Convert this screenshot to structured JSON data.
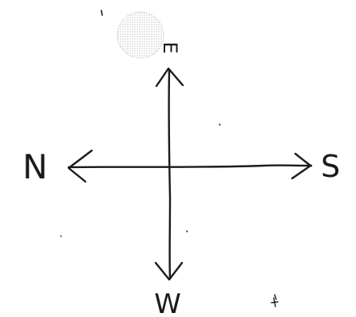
{
  "labels": {
    "top": "E",
    "left": "N",
    "right": "S",
    "bottom": "W"
  },
  "ink_color": "#1a1a1a",
  "background_color": "#ffffff",
  "sun_marker": {
    "shape": "dotted-circle",
    "fill": "#d7d7d7"
  }
}
